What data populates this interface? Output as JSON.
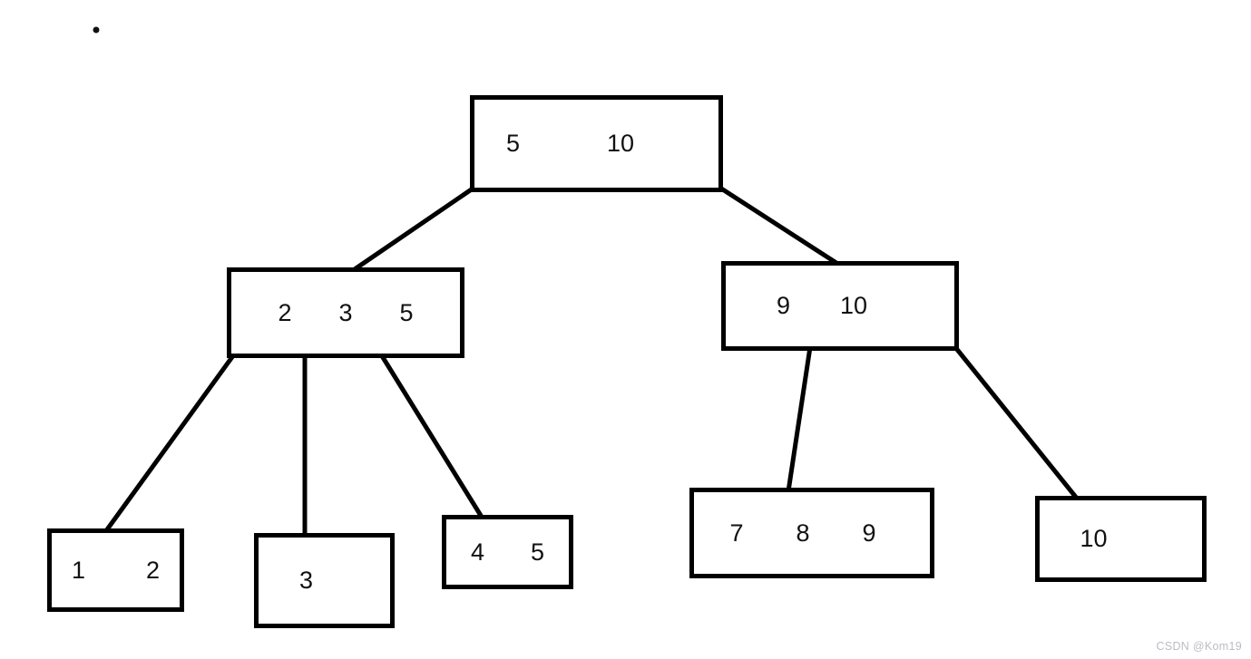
{
  "tree": {
    "kind": "b-tree-diagram",
    "nodes": {
      "root": {
        "keys": [
          "5",
          "10"
        ]
      },
      "left": {
        "keys": [
          "2",
          "3",
          "5"
        ]
      },
      "right": {
        "keys": [
          "9",
          "10"
        ]
      },
      "leaf_a": {
        "keys": [
          "1",
          "2"
        ]
      },
      "leaf_b": {
        "keys": [
          "3"
        ]
      },
      "leaf_c": {
        "keys": [
          "4",
          "5"
        ]
      },
      "leaf_d": {
        "keys": [
          "7",
          "8",
          "9"
        ]
      },
      "leaf_e": {
        "keys": [
          "10"
        ]
      }
    },
    "edges": [
      {
        "from": "root",
        "to": "left"
      },
      {
        "from": "root",
        "to": "right"
      },
      {
        "from": "left",
        "to": "leaf_a"
      },
      {
        "from": "left",
        "to": "leaf_b"
      },
      {
        "from": "left",
        "to": "leaf_c"
      },
      {
        "from": "right",
        "to": "leaf_d"
      },
      {
        "from": "right",
        "to": "leaf_e"
      }
    ],
    "line_color": "#000000"
  },
  "watermark": "CSDN @Kom19"
}
